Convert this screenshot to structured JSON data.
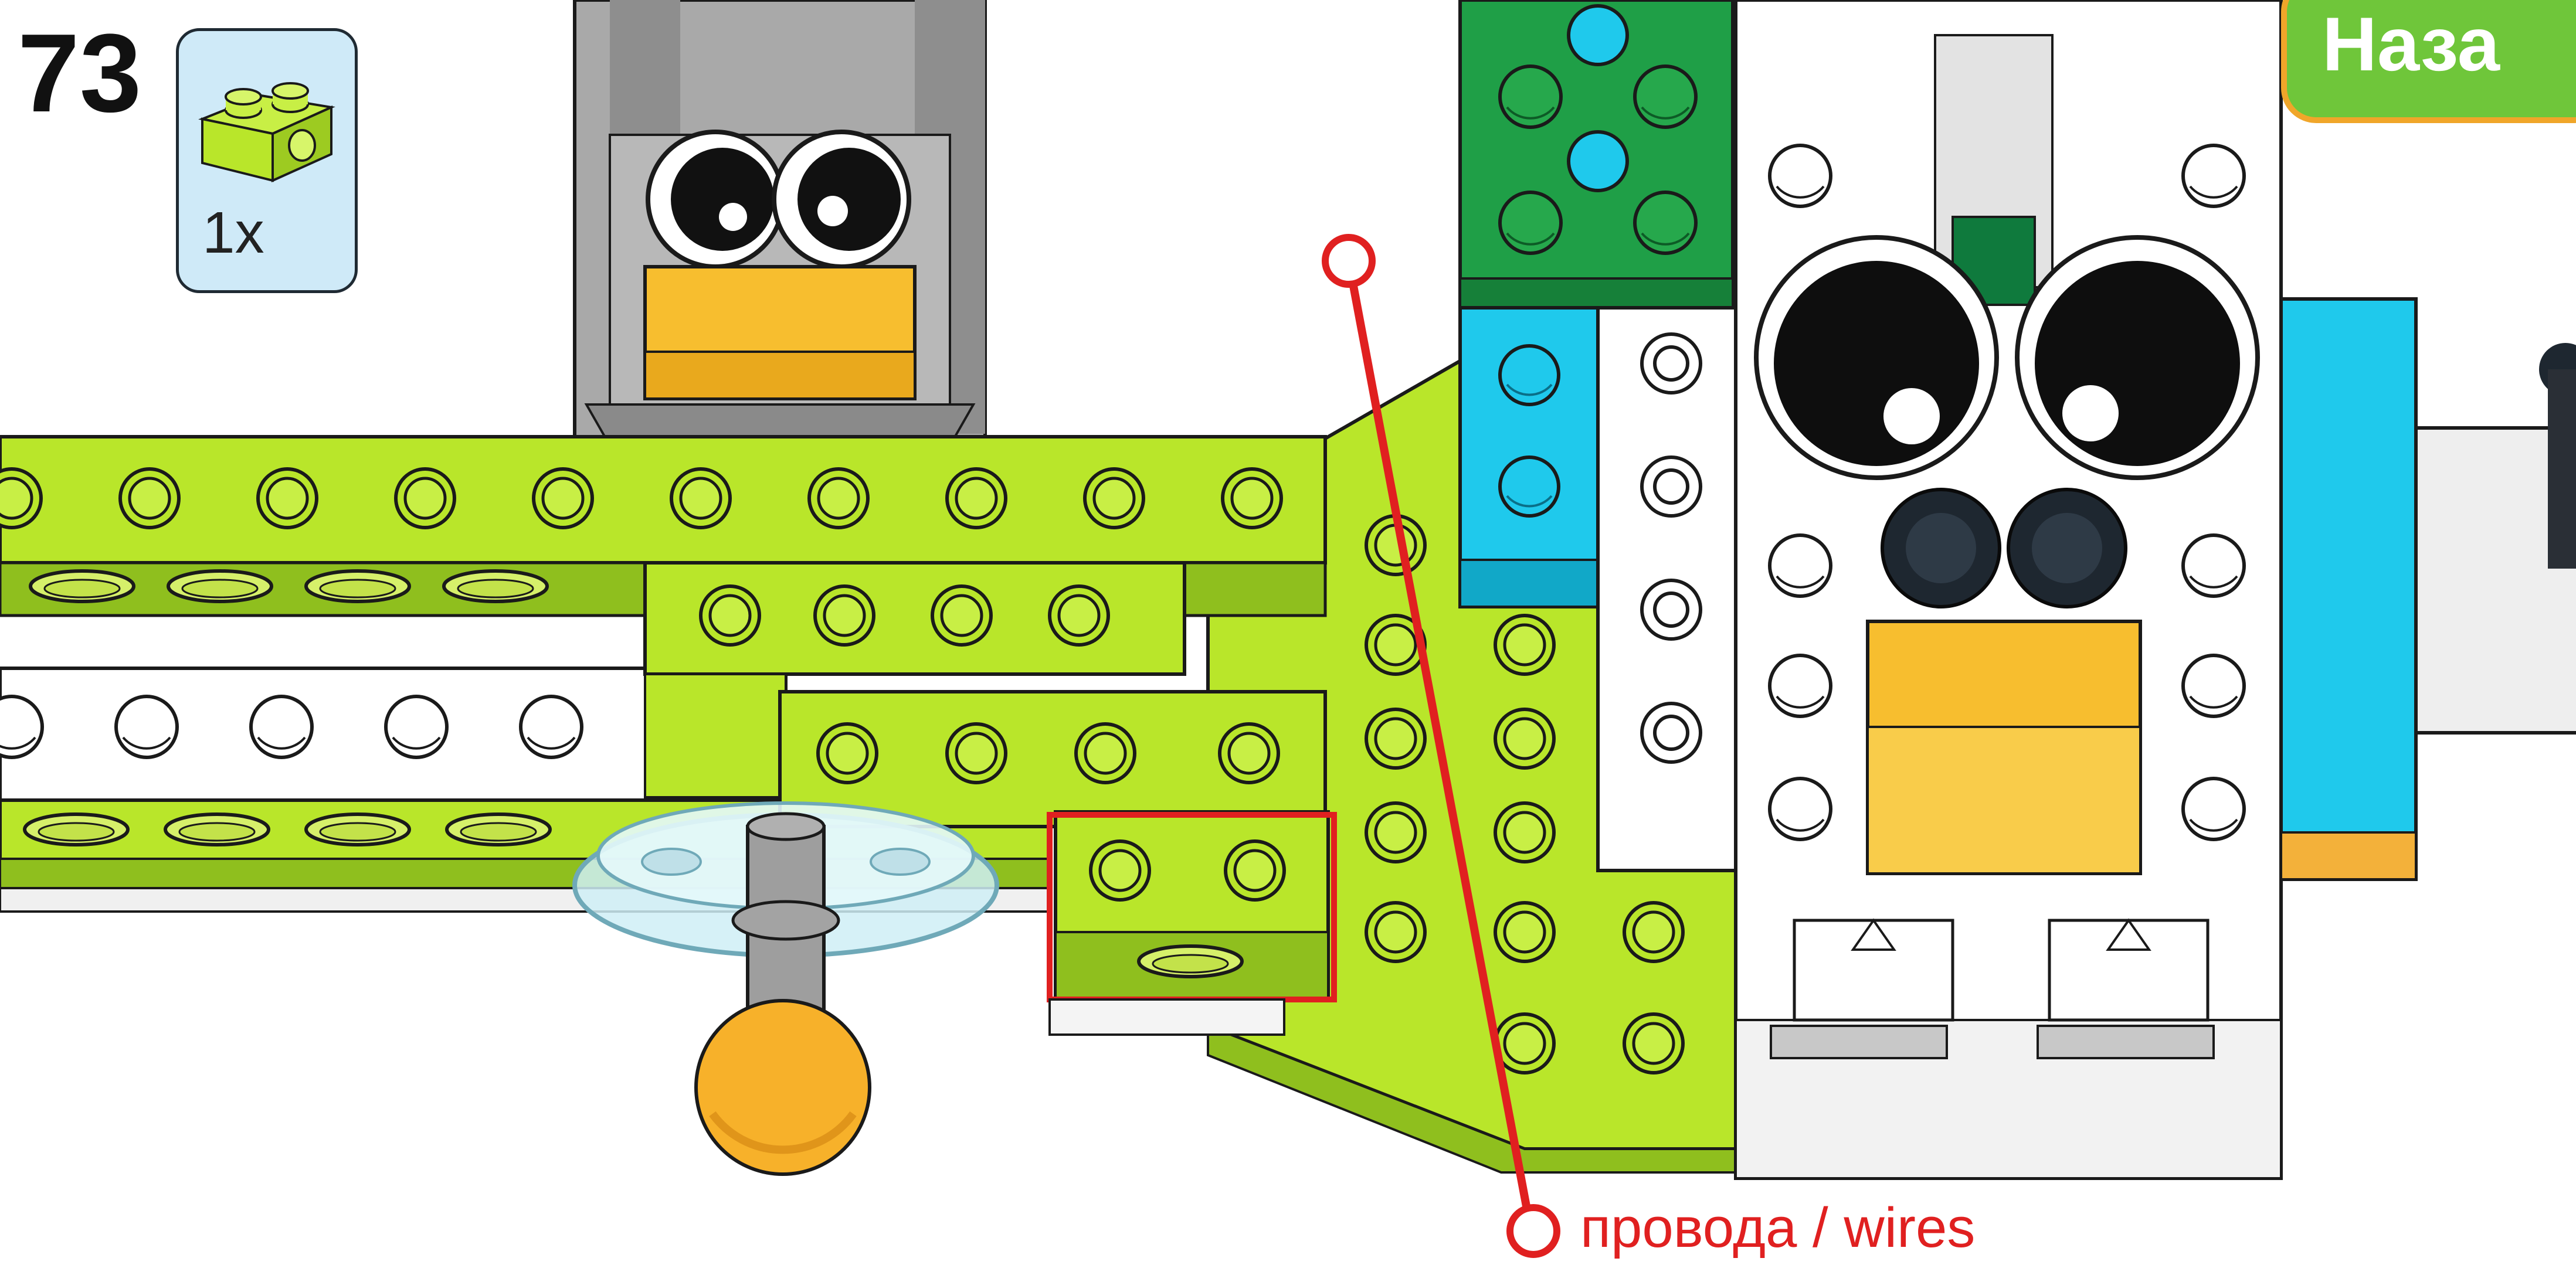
{
  "step": {
    "number": "73"
  },
  "parts_callout": {
    "quantity": "1x",
    "part_icon": "lime-technic-brick-1x2-with-hole"
  },
  "nav": {
    "back_label": "Наза"
  },
  "annotation": {
    "wires_label": "провода / wires"
  },
  "colors": {
    "lime": "#b9e62a",
    "lime_dark": "#8fbf1e",
    "cyan": "#1fc9ec",
    "green": "#1f9f47",
    "gray": "#a9a9a9",
    "yellow": "#f7be2f",
    "highlight_red": "#e02020",
    "button_green": "#6fc63a",
    "button_border": "#f0a62a",
    "callout_bg": "#cfeaf8"
  }
}
